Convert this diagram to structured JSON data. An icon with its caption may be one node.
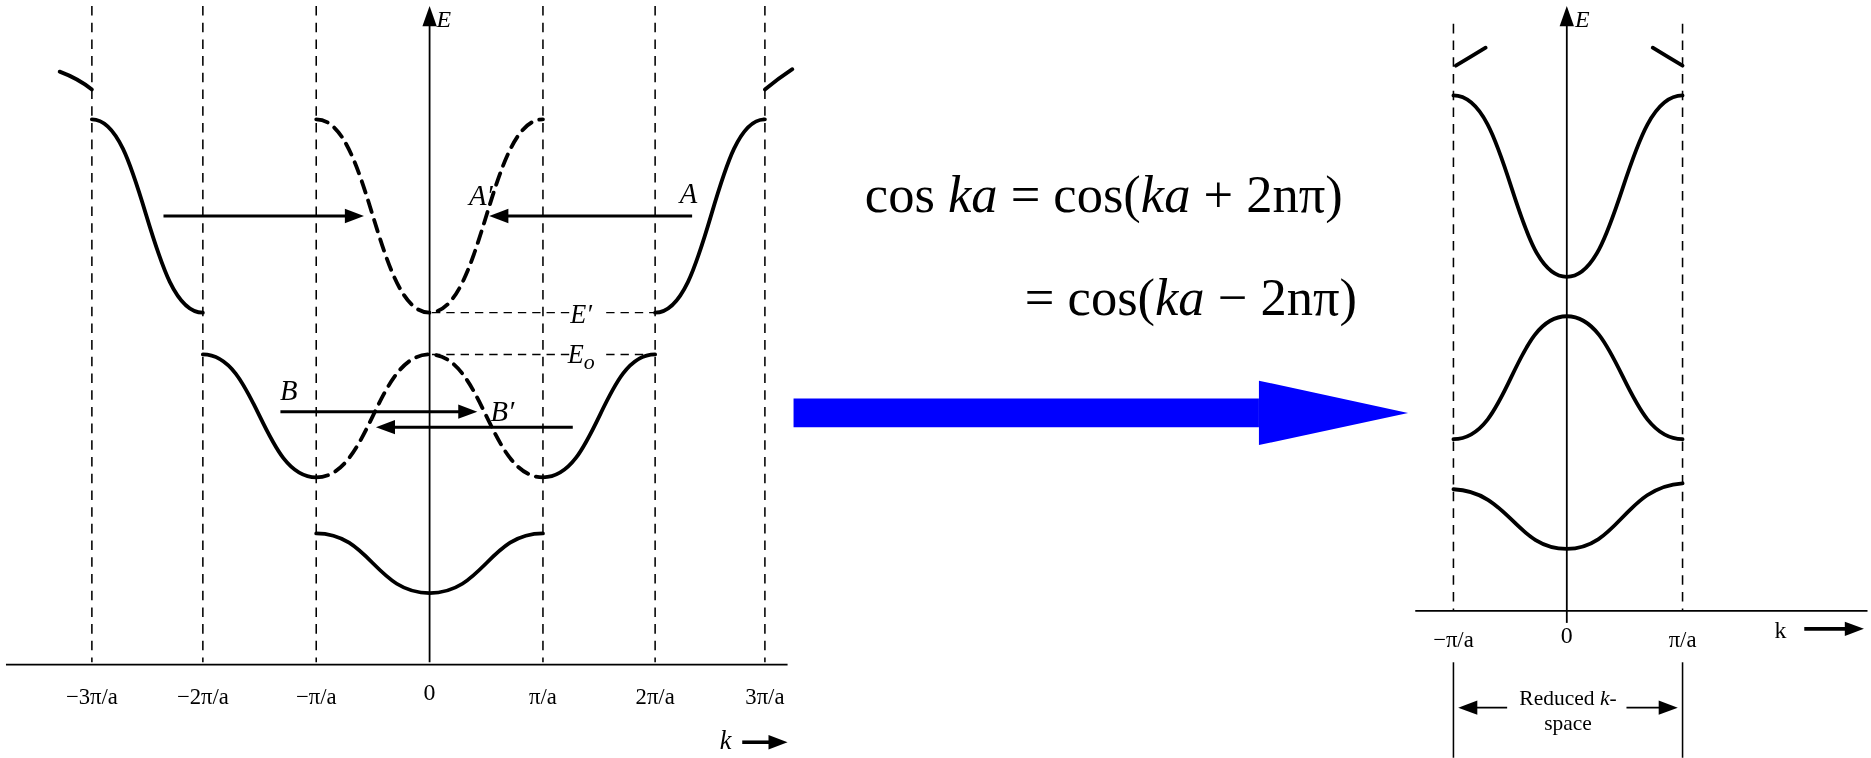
{
  "diagram": {
    "nodes": [
      {
        "text": [],
        "shape": "picture"
      },
      {
        "text": [],
        "shape": "picture"
      }
    ],
    "edges": [
      {
        "from": 0,
        "to": 1,
        "arrow": "to",
        "color": "#0000ff"
      }
    ],
    "labels": [
      "E",
      "A′",
      "A",
      "E′",
      "E$_{o}$",
      "B",
      "B′",
      "−3π/a",
      "−2π/a",
      "−π/a",
      "0",
      "π/a",
      "2π/a",
      "3π/a",
      "k",
      "cos *ka* = cos(*ka* + 2nπ)",
      "= cos(*ka* − 2nπ)",
      "E",
      "−π/a",
      "0",
      "π/a",
      "k",
      "Reduced *k*-space"
    ]
  }
}
